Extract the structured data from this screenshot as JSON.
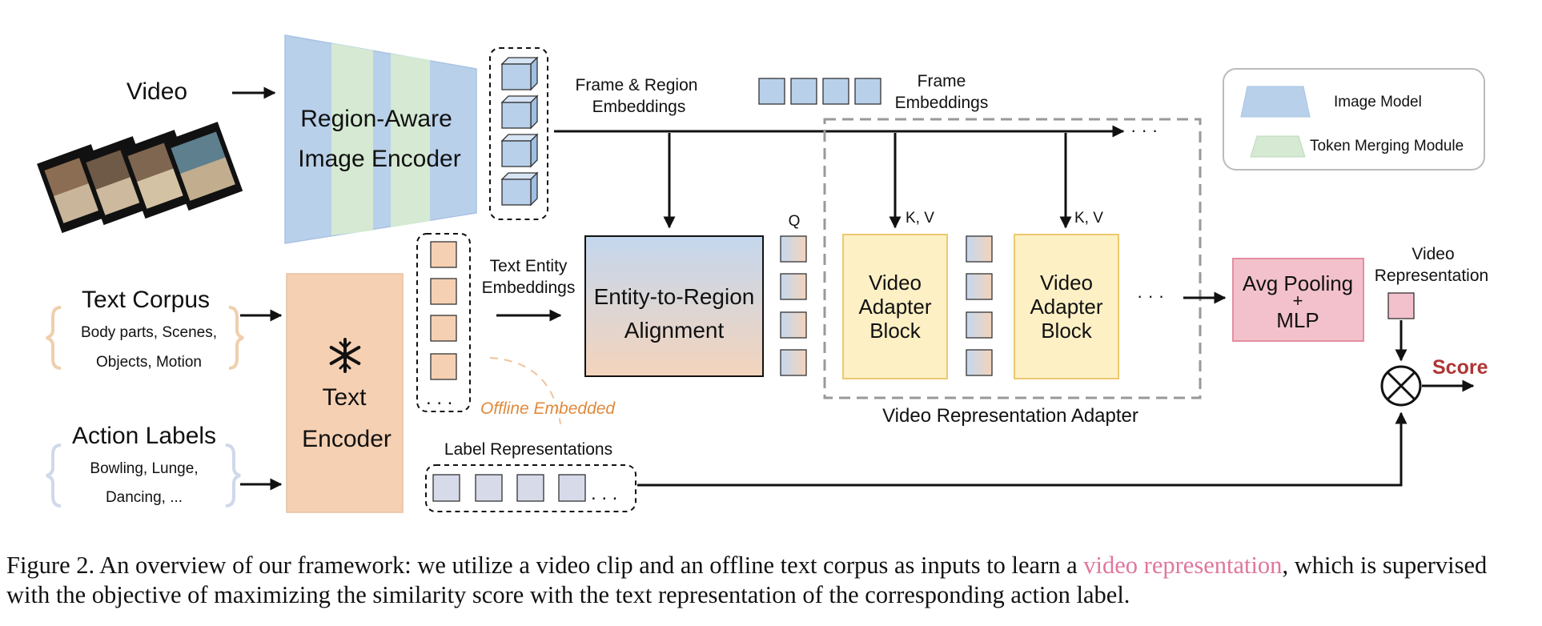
{
  "inputs": {
    "video_label": "Video",
    "text_corpus_title": "Text Corpus",
    "text_corpus_line1": "Body parts,  Scenes,",
    "text_corpus_line2": "Objects,  Motion",
    "action_labels_title": "Action Labels",
    "action_labels_line1": "Bowling, Lunge,",
    "action_labels_line2": "Dancing, ..."
  },
  "image_encoder": {
    "line1": "Region-Aware",
    "line2": "Image Encoder"
  },
  "text_encoder": {
    "icon": "snowflake-icon",
    "line1": "Text",
    "line2": "Encoder"
  },
  "labels": {
    "frame_region_line1": "Frame & Region",
    "frame_region_line2": "Embeddings",
    "frame_emb_line1": "Frame",
    "frame_emb_line2": "Embeddings",
    "text_entity_line1": "Text Entity",
    "text_entity_line2": "Embeddings",
    "offline_embedded": "Offline Embedded",
    "label_representations": "Label Representations",
    "q": "Q",
    "kv1": "K, V",
    "kv2": "K, V",
    "video_rep_line1": "Video",
    "video_rep_line2": "Representation",
    "score": "Score",
    "adapter_title": "Video Representation Adapter",
    "ellipsis": "· · ·",
    "dots": ". . ."
  },
  "alignment": {
    "line1": "Entity-to-Region",
    "line2": "Alignment"
  },
  "adapter_blocks": [
    {
      "line1": "Video",
      "line2": "Adapter",
      "line3": "Block"
    },
    {
      "line1": "Video",
      "line2": "Adapter",
      "line3": "Block"
    }
  ],
  "pooling": {
    "line1": "Avg Pooling",
    "line2": "+",
    "line3": "MLP"
  },
  "legend": {
    "image_model": "Image Model",
    "token_merging": "Token Merging Module"
  },
  "colors": {
    "encoder_blue": "#b8d0ea",
    "merge_green": "#d5e9d3",
    "text_encoder_orange": "#f5d0b2",
    "adapter_yellow": "#fdf0c5",
    "adapter_border": "#ecc96e",
    "pool_pink": "#f2c1cc",
    "pool_border": "#e58ea2",
    "score_red": "#b03434",
    "offline_orange": "#e08a3c",
    "label_square": "#d7dae9"
  },
  "caption": {
    "part1": "Figure 2. An overview of our framework: we utilize a video clip and an offline text corpus as inputs to learn a ",
    "highlight": "video representation",
    "part2": ", which is supervised with the objective of maximizing the similarity score with the text representation of the corresponding action label."
  }
}
